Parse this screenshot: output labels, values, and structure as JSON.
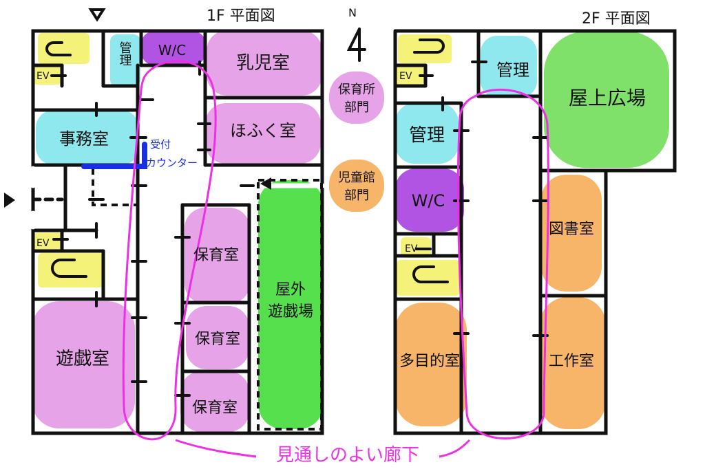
{
  "titles": {
    "floor1": "1F 平面図",
    "floor2": "2F 平面図",
    "north": "N"
  },
  "floor1": {
    "rooms": {
      "kanri": "管理",
      "wc": "W/C",
      "nyuji": "乳児室",
      "hofuku": "ほふく室",
      "jimu": "事務室",
      "ev": "EV",
      "hoiku": "保育室",
      "yugi": "遊戯室",
      "outdoor_line1": "屋外",
      "outdoor_line2": "遊戯場"
    },
    "reception_line1": "受付",
    "reception_line2": "カウンター"
  },
  "floor2": {
    "rooms": {
      "kanri": "管理",
      "wc": "W/C",
      "ev": "EV",
      "rooftop": "屋上広場",
      "library": "図書室",
      "multi": "多目的室",
      "craft": "工作室"
    }
  },
  "legend": {
    "nursery_line1": "保育所",
    "nursery_line2": "部門",
    "children_line1": "児童館",
    "children_line2": "部門"
  },
  "corridor_label": "見通しのよい廊下",
  "colors": {
    "nursery": "#e7a3e8",
    "children_center": "#f7b56a",
    "admin": "#8ee8ee",
    "wc": "#b154e3",
    "stairs": "#f5f27a",
    "outdoor": "#56e04e",
    "rooftop": "#7fe06a",
    "corridor": "#ef2fe6",
    "reception": "#1a2fe0"
  }
}
